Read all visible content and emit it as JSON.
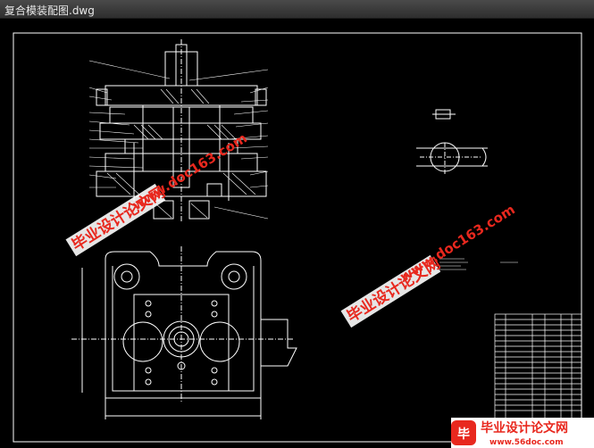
{
  "window": {
    "title": "复合模装配图.dwg"
  },
  "watermarks": {
    "cn_text": "毕业设计论文网",
    "url_text": "www.doc163.com"
  },
  "footer_logo": {
    "name": "毕业设计论文网",
    "url": "www.56doc.com"
  },
  "colors": {
    "background": "#000000",
    "drawing_line": "#ffffff",
    "watermark": "#e8281e"
  }
}
